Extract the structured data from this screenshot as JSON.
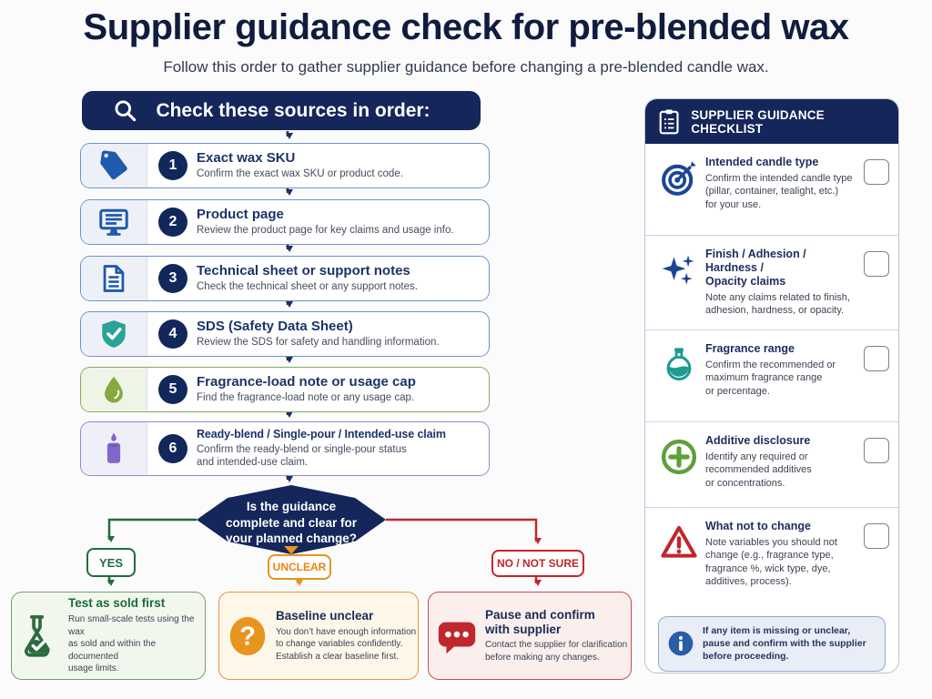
{
  "page": {
    "title": "Supplier guidance check for pre-blended wax",
    "subtitle": "Follow this order to gather supplier guidance before changing a pre-blended candle wax."
  },
  "flow": {
    "header": "Check these sources in order:",
    "steps": [
      {
        "num": "1",
        "icon": "tag-icon",
        "title": "Exact wax SKU",
        "desc": "Confirm the exact wax SKU or product code."
      },
      {
        "num": "2",
        "icon": "monitor-icon",
        "title": "Product page",
        "desc": "Review the product page for key claims and usage info."
      },
      {
        "num": "3",
        "icon": "document-icon",
        "title": "Technical sheet or support notes",
        "desc": "Check the technical sheet or any support notes."
      },
      {
        "num": "4",
        "icon": "shield-check-icon",
        "title": "SDS (Safety Data Sheet)",
        "desc": "Review the SDS for safety and handling information."
      },
      {
        "num": "5",
        "icon": "droplet-icon",
        "title": "Fragrance-load note or usage cap",
        "desc": "Find the fragrance-load note or any usage cap."
      },
      {
        "num": "6",
        "icon": "candle-icon",
        "title": "Ready-blend / Single-pour / Intended-use claim",
        "desc": "Confirm the ready-blend or single-pour status\nand intended-use claim."
      }
    ],
    "decision": {
      "question": "Is the guidance\ncomplete and clear for\nyour planned change?"
    },
    "branches": [
      {
        "label": "YES",
        "icon": "flask-icon",
        "title": "Test as sold first",
        "desc": "Run small-scale tests using the wax\nas sold and within the documented\nusage limits."
      },
      {
        "label": "UNCLEAR",
        "icon": "question-icon",
        "title": "Baseline unclear",
        "desc": "You don’t have enough information\nto change variables confidently.\nEstablish a clear baseline first."
      },
      {
        "label": "NO / NOT SURE",
        "icon": "chat-icon",
        "title": "Pause and confirm\nwith supplier",
        "desc": "Contact the supplier for clarification\nbefore making any changes."
      }
    ]
  },
  "checklist": {
    "header": "SUPPLIER GUIDANCE CHECKLIST",
    "items": [
      {
        "icon": "target-icon",
        "title": "Intended candle type",
        "desc": "Confirm the intended candle type\n(pillar, container, tealight, etc.)\nfor your use."
      },
      {
        "icon": "sparkles-icon",
        "title": "Finish / Adhesion / Hardness /\nOpacity claims",
        "desc": "Note any claims related to finish,\nadhesion, hardness, or opacity."
      },
      {
        "icon": "fragrance-bottle-icon",
        "title": "Fragrance range",
        "desc": "Confirm the recommended or\nmaximum fragrance range\nor percentage."
      },
      {
        "icon": "plus-circle-icon",
        "title": "Additive disclosure",
        "desc": "Identify any required or\nrecommended additives\nor concentrations."
      },
      {
        "icon": "warning-icon",
        "title": "What not to change",
        "desc": "Note variables you should not\nchange (e.g., fragrance type,\nfragrance %, wick type, dye,\nadditives, process)."
      }
    ],
    "note": "If any item is missing or unclear,\npause and confirm with the supplier\nbefore proceeding."
  },
  "colors": {
    "navy": "#14265a",
    "blue": "#1e5aad",
    "teal": "#2aa398",
    "olive": "#84a93f",
    "purple": "#8167c9",
    "green": "#1d6e3c",
    "orange": "#e8941f",
    "red": "#c3262b"
  }
}
